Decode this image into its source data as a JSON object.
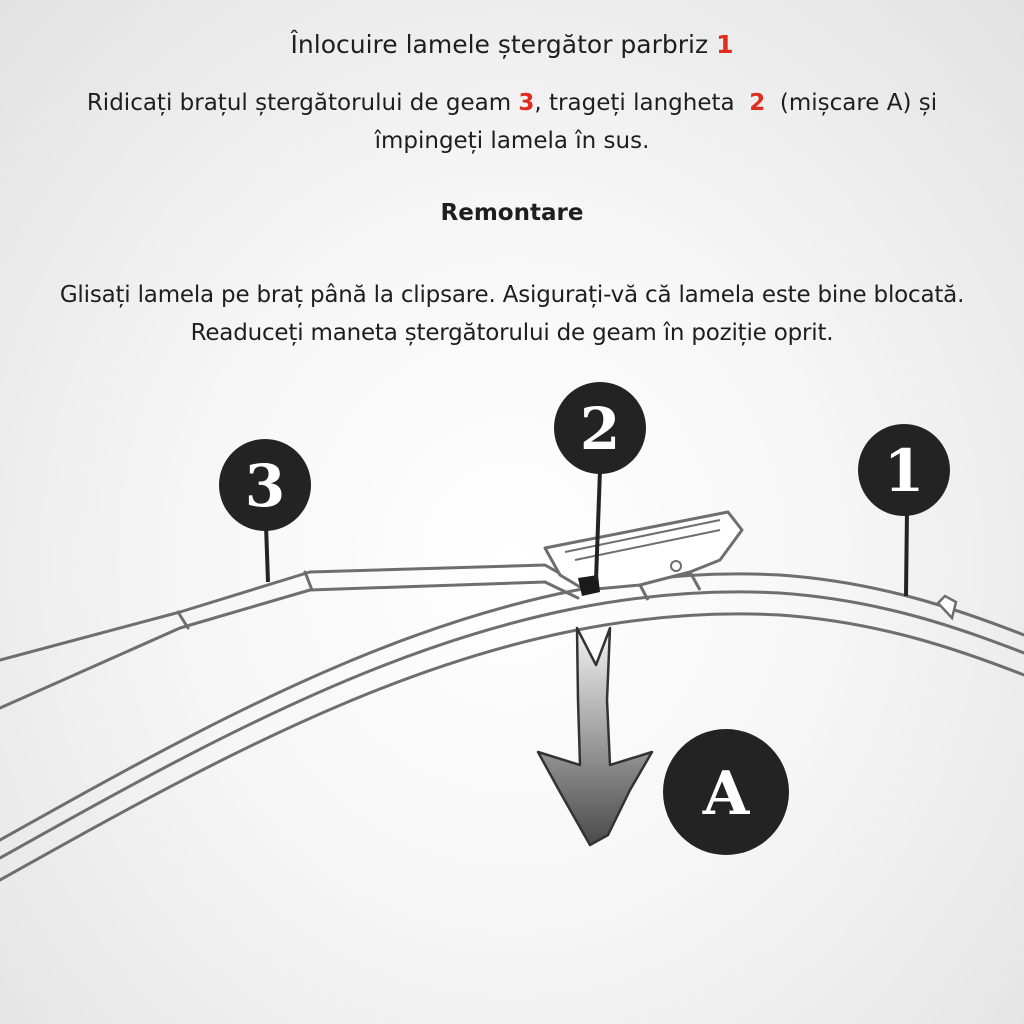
{
  "header": {
    "title_text": "Înlocuire lamele ștergător parbriz",
    "title_ref": "1"
  },
  "instructions": {
    "step1_part1": "Ridicați brațul ștergătorului de geam",
    "step1_ref1": "3",
    "step1_part2": ", trageți langheta",
    "step1_ref2": "2",
    "step1_part3": "(mișcare A) și",
    "step1_line2": "împingeți lamela în sus.",
    "heading": "Remontare",
    "step2_line1": "Glisați lamela pe braț până la clipsare. Asigurați-vă că lamela este bine blocată.",
    "step2_line2": "Readuceți maneta ștergătorului de geam în poziție oprit."
  },
  "diagram": {
    "callouts": {
      "arm": "3",
      "tab": "2",
      "blade": "1",
      "movement": "A"
    },
    "colors": {
      "callout_bg": "#232323",
      "accent_red": "#e02b20",
      "outline": "#6e6e6e"
    },
    "icons": {
      "movement": "arrow-down-icon"
    }
  }
}
